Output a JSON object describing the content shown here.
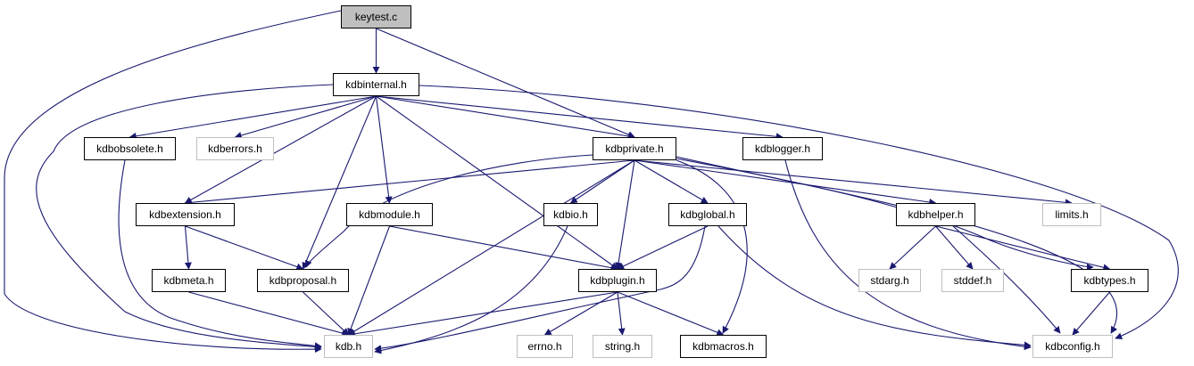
{
  "colors": {
    "edge": "#191970",
    "root_fill": "#bfbfbf",
    "external_border": "#bfbfbf",
    "node_border": "#000000"
  },
  "nodes": [
    {
      "id": "keytest",
      "label": "keytest.c",
      "kind": "root"
    },
    {
      "id": "kdbinternal",
      "label": "kdbinternal.h",
      "kind": "link"
    },
    {
      "id": "kdbobsolete",
      "label": "kdbobsolete.h",
      "kind": "link"
    },
    {
      "id": "kdberrors",
      "label": "kdberrors.h",
      "kind": "ext"
    },
    {
      "id": "kdbprivate",
      "label": "kdbprivate.h",
      "kind": "link"
    },
    {
      "id": "kdblogger",
      "label": "kdblogger.h",
      "kind": "link"
    },
    {
      "id": "kdbextension",
      "label": "kdbextension.h",
      "kind": "link"
    },
    {
      "id": "kdbmodule",
      "label": "kdbmodule.h",
      "kind": "link"
    },
    {
      "id": "kdbio",
      "label": "kdbio.h",
      "kind": "link"
    },
    {
      "id": "kdbglobal",
      "label": "kdbglobal.h",
      "kind": "link"
    },
    {
      "id": "kdbhelper",
      "label": "kdbhelper.h",
      "kind": "link"
    },
    {
      "id": "limits",
      "label": "limits.h",
      "kind": "ext"
    },
    {
      "id": "kdbmeta",
      "label": "kdbmeta.h",
      "kind": "link"
    },
    {
      "id": "kdbproposal",
      "label": "kdbproposal.h",
      "kind": "link"
    },
    {
      "id": "kdbplugin",
      "label": "kdbplugin.h",
      "kind": "link"
    },
    {
      "id": "stdarg",
      "label": "stdarg.h",
      "kind": "ext"
    },
    {
      "id": "stddef",
      "label": "stddef.h",
      "kind": "ext"
    },
    {
      "id": "kdbtypes",
      "label": "kdbtypes.h",
      "kind": "link"
    },
    {
      "id": "kdb",
      "label": "kdb.h",
      "kind": "ext"
    },
    {
      "id": "errno",
      "label": "errno.h",
      "kind": "ext"
    },
    {
      "id": "string",
      "label": "string.h",
      "kind": "ext"
    },
    {
      "id": "kdbmacros",
      "label": "kdbmacros.h",
      "kind": "link"
    },
    {
      "id": "kdbconfig",
      "label": "kdbconfig.h",
      "kind": "ext"
    }
  ],
  "edges": [
    [
      "keytest",
      "kdb"
    ],
    [
      "keytest",
      "kdbinternal"
    ],
    [
      "keytest",
      "kdbprivate"
    ],
    [
      "kdbinternal",
      "kdb"
    ],
    [
      "kdbinternal",
      "kdbobsolete"
    ],
    [
      "kdbinternal",
      "kdberrors"
    ],
    [
      "kdbinternal",
      "kdbextension"
    ],
    [
      "kdbinternal",
      "kdbproposal"
    ],
    [
      "kdbinternal",
      "kdbmodule"
    ],
    [
      "kdbinternal",
      "kdbplugin"
    ],
    [
      "kdbinternal",
      "kdbprivate"
    ],
    [
      "kdbinternal",
      "kdblogger"
    ],
    [
      "kdbinternal",
      "kdbconfig"
    ],
    [
      "kdbobsolete",
      "kdb"
    ],
    [
      "kdbprivate",
      "kdbextension"
    ],
    [
      "kdbprivate",
      "kdbproposal"
    ],
    [
      "kdbprivate",
      "kdb"
    ],
    [
      "kdbprivate",
      "kdbio"
    ],
    [
      "kdbprivate",
      "kdbplugin"
    ],
    [
      "kdbprivate",
      "kdbglobal"
    ],
    [
      "kdbprivate",
      "kdbmacros"
    ],
    [
      "kdbprivate",
      "kdbhelper"
    ],
    [
      "kdbprivate",
      "kdbtypes"
    ],
    [
      "kdbprivate",
      "limits"
    ],
    [
      "kdbprivate",
      "kdbconfig"
    ],
    [
      "kdblogger",
      "kdbconfig"
    ],
    [
      "kdbextension",
      "kdbmeta"
    ],
    [
      "kdbextension",
      "kdbproposal"
    ],
    [
      "kdbmodule",
      "kdb"
    ],
    [
      "kdbmodule",
      "kdbplugin"
    ],
    [
      "kdbio",
      "kdb"
    ],
    [
      "kdbglobal",
      "kdbplugin"
    ],
    [
      "kdbglobal",
      "kdb"
    ],
    [
      "kdbglobal",
      "kdbconfig"
    ],
    [
      "kdbhelper",
      "stdarg"
    ],
    [
      "kdbhelper",
      "stddef"
    ],
    [
      "kdbhelper",
      "kdbtypes"
    ],
    [
      "kdbhelper",
      "kdbconfig"
    ],
    [
      "kdbmeta",
      "kdb"
    ],
    [
      "kdbproposal",
      "kdb"
    ],
    [
      "kdbplugin",
      "kdb"
    ],
    [
      "kdbplugin",
      "errno"
    ],
    [
      "kdbplugin",
      "string"
    ],
    [
      "kdbplugin",
      "kdbmacros"
    ],
    [
      "kdbtypes",
      "kdbconfig"
    ]
  ]
}
